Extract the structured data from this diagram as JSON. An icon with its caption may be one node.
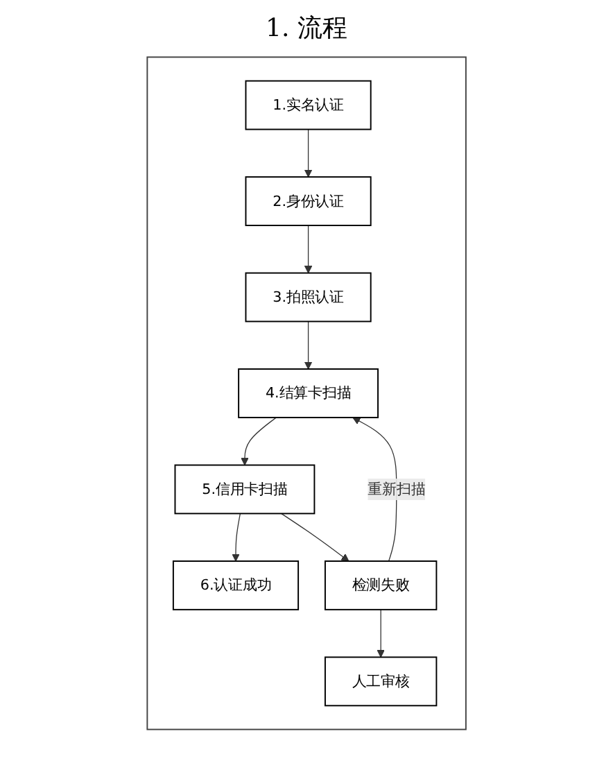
{
  "diagram": {
    "title": "1. 流程",
    "nodes": [
      {
        "text": [],
        "shape": "box"
      },
      {
        "text": [
          "1.实名认证"
        ],
        "in": 0
      },
      {
        "text": [
          "2.身份认证"
        ],
        "in": 0
      },
      {
        "text": [
          "3.拍照认证"
        ],
        "in": 0
      },
      {
        "text": [
          "4.结算卡扫描"
        ],
        "in": 0
      },
      {
        "text": [
          "5.信用卡扫描"
        ],
        "in": 0
      },
      {
        "text": [
          "6.认证成功"
        ],
        "in": 0
      },
      {
        "text": [
          "检测失败"
        ],
        "in": 0
      },
      {
        "text": [
          "人工审核"
        ],
        "in": 0
      }
    ],
    "edges": [
      {
        "from": 1,
        "to": 2,
        "arrow": "to"
      },
      {
        "from": 2,
        "to": 3,
        "arrow": "to"
      },
      {
        "from": 3,
        "to": 4,
        "arrow": "to"
      },
      {
        "from": 4,
        "to": 5,
        "arrow": "to"
      },
      {
        "from": 5,
        "to": 6,
        "arrow": "to"
      },
      {
        "from": 5,
        "to": 7,
        "arrow": "to"
      },
      {
        "from": 7,
        "to": 4,
        "label": "重新扫描",
        "arrow": "to"
      },
      {
        "from": 7,
        "to": 8,
        "arrow": "to"
      }
    ]
  }
}
